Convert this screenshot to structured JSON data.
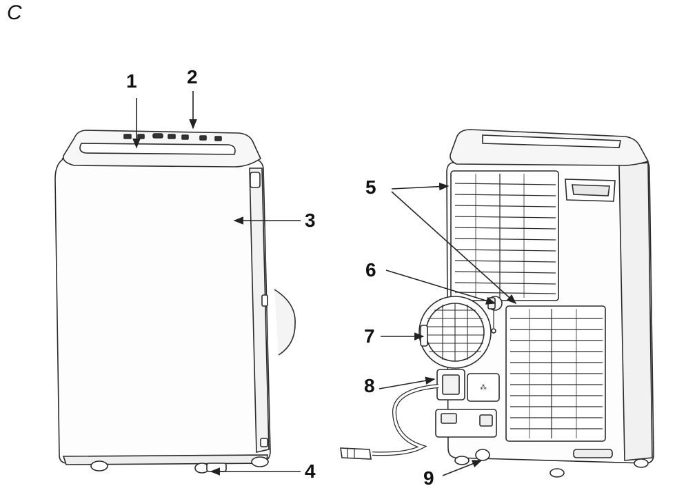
{
  "figure": {
    "letter": "C"
  },
  "callouts": [
    {
      "id": "c1",
      "label": "1"
    },
    {
      "id": "c2",
      "label": "2"
    },
    {
      "id": "c3",
      "label": "3"
    },
    {
      "id": "c4",
      "label": "4"
    },
    {
      "id": "c5",
      "label": "5"
    },
    {
      "id": "c6",
      "label": "6"
    },
    {
      "id": "c7",
      "label": "7"
    },
    {
      "id": "c8",
      "label": "8"
    },
    {
      "id": "c9",
      "label": "9"
    }
  ],
  "colors": {
    "line": "#2a2a2a",
    "body": "#fdfdfd",
    "shade": "#e8e8e8"
  }
}
